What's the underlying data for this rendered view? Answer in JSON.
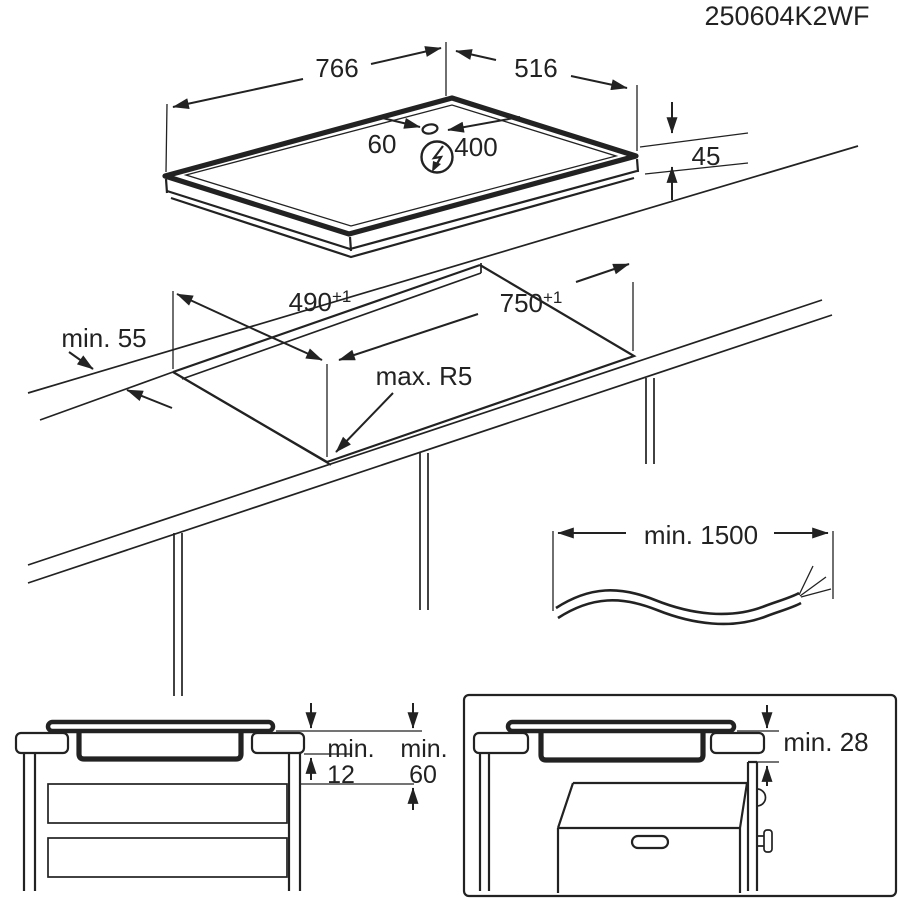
{
  "header": {
    "model_number": "250604K2WF"
  },
  "hob": {
    "width": "766",
    "depth": "516",
    "height": "45",
    "cable_gland_left_offset": "60",
    "cable_gland_right_offset": "400"
  },
  "cutout": {
    "depth": "490",
    "depth_tolerance": "+1",
    "width": "750",
    "width_tolerance": "+1",
    "min_rear_distance": "min. 55",
    "max_corner_radius": "max. R5"
  },
  "cable": {
    "min_length": "min. 1500"
  },
  "clearances": {
    "drawer": {
      "label": "min.",
      "value": "12"
    },
    "shelf": {
      "label": "min.",
      "value": "60"
    },
    "oven": "min. 28"
  },
  "icons": {
    "power": "lightning-bolt-circle-icon",
    "cable_gland": "cable-gland-oval-icon"
  },
  "colors": {
    "ink": "#222222",
    "paper": "#ffffff"
  }
}
